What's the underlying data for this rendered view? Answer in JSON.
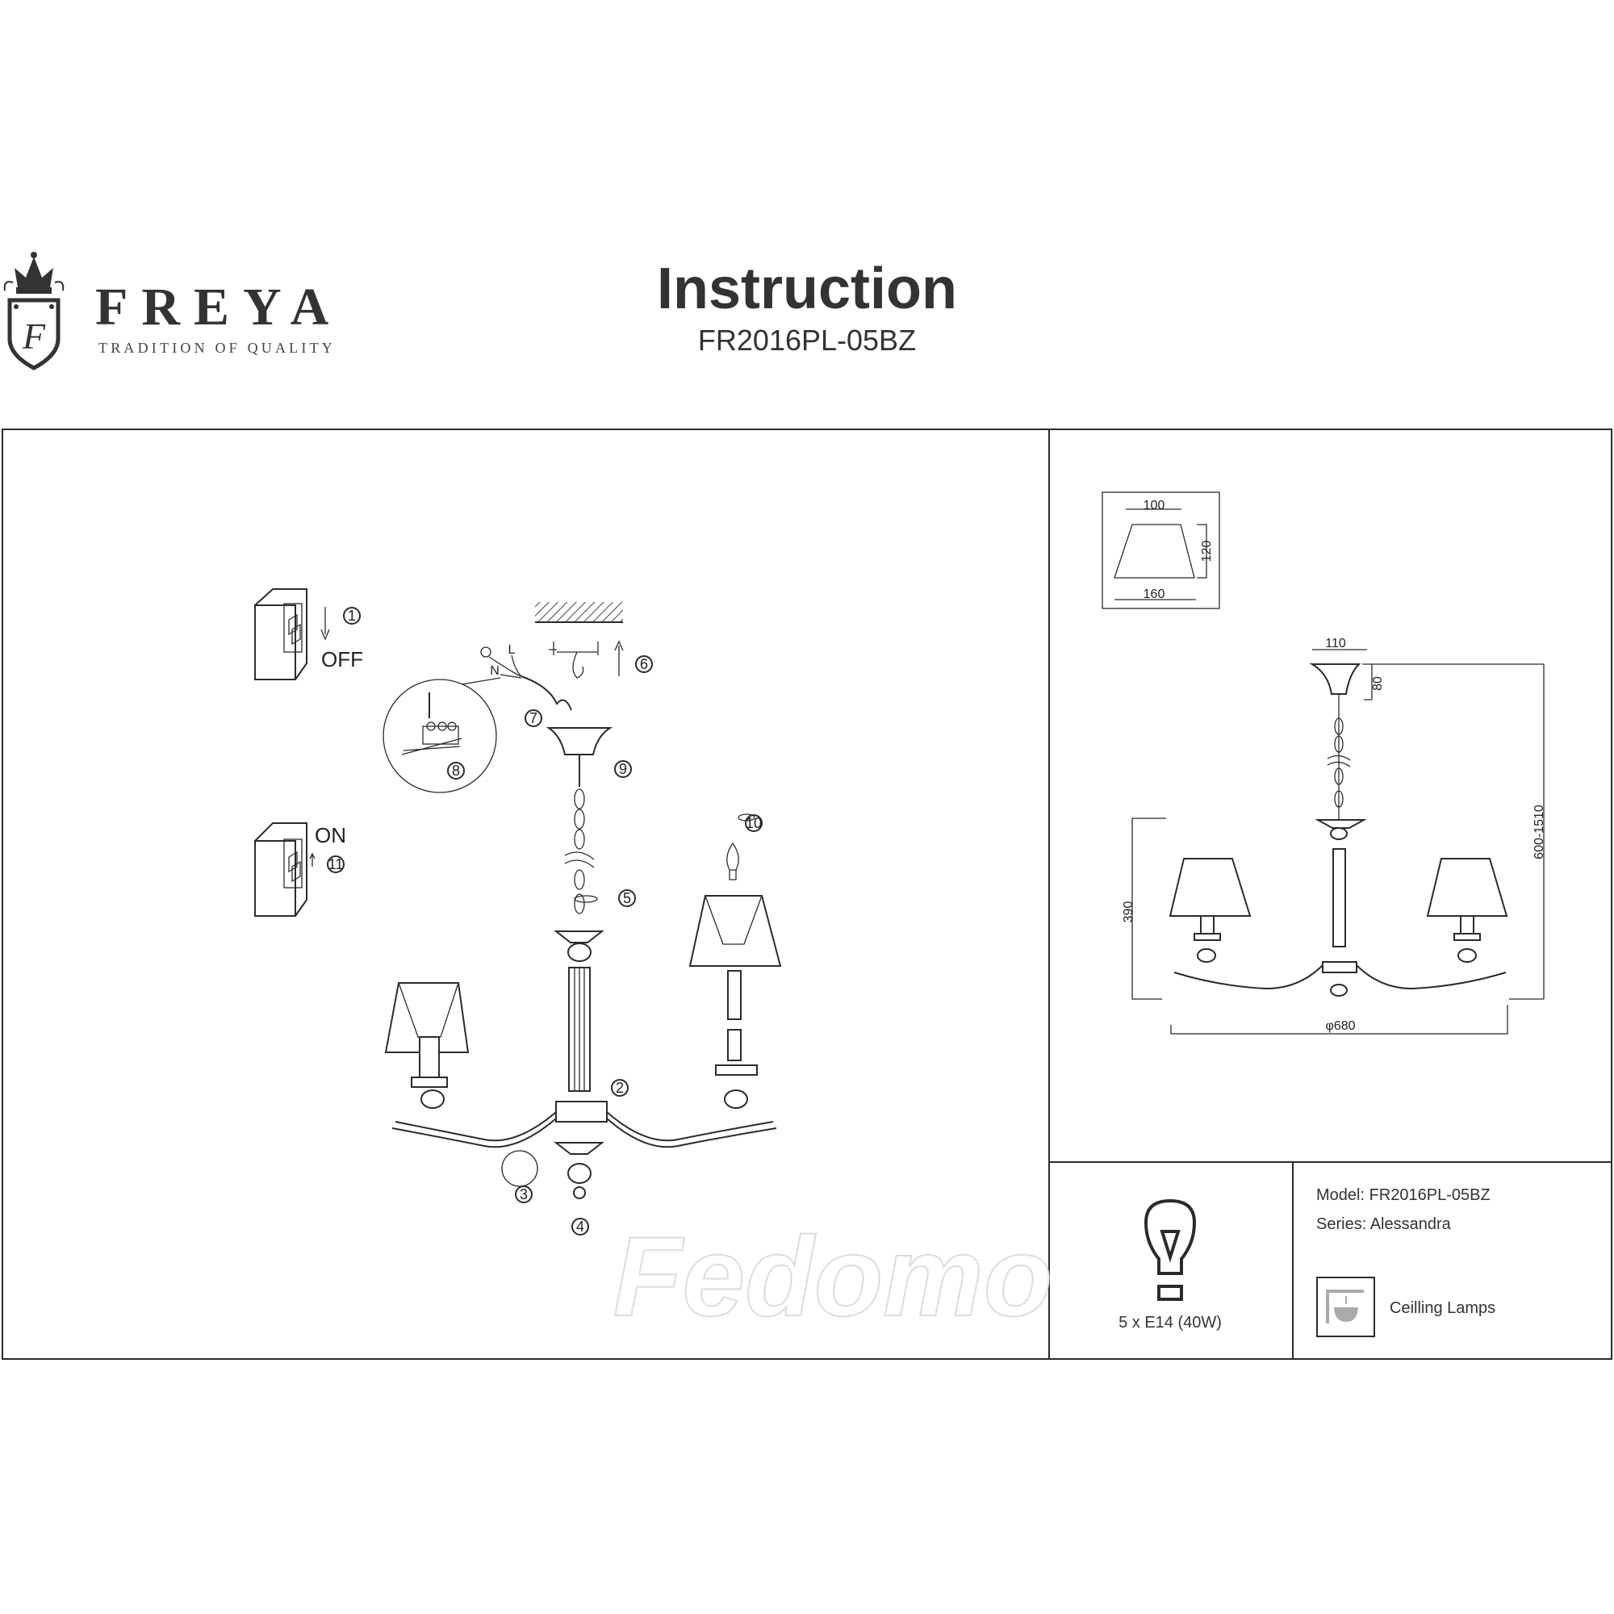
{
  "brand": {
    "name": "FREYA",
    "tagline": "TRADITION OF QUALITY",
    "logo_letter": "F"
  },
  "header": {
    "title": "Instruction",
    "model_code": "FR2016PL-05BZ"
  },
  "watermark": "Fedomo",
  "assembly": {
    "switch_off_label": "OFF",
    "switch_on_label": "ON",
    "wire_labels": {
      "live": "L",
      "neutral": "N"
    },
    "steps": [
      "1",
      "2",
      "3",
      "4",
      "5",
      "6",
      "7",
      "8",
      "9",
      "10",
      "11"
    ]
  },
  "dimensions": {
    "shade_top": "100",
    "shade_bottom": "160",
    "shade_height": "120",
    "canopy_width": "110",
    "canopy_height": "80",
    "total_height": "600-1510",
    "body_height": "390",
    "diameter": "φ680"
  },
  "specs": {
    "bulb": "5 x E14 (40W)",
    "model": "Model: FR2016PL-05BZ",
    "series": "Series: Alessandra",
    "category": "Ceilling Lamps"
  }
}
